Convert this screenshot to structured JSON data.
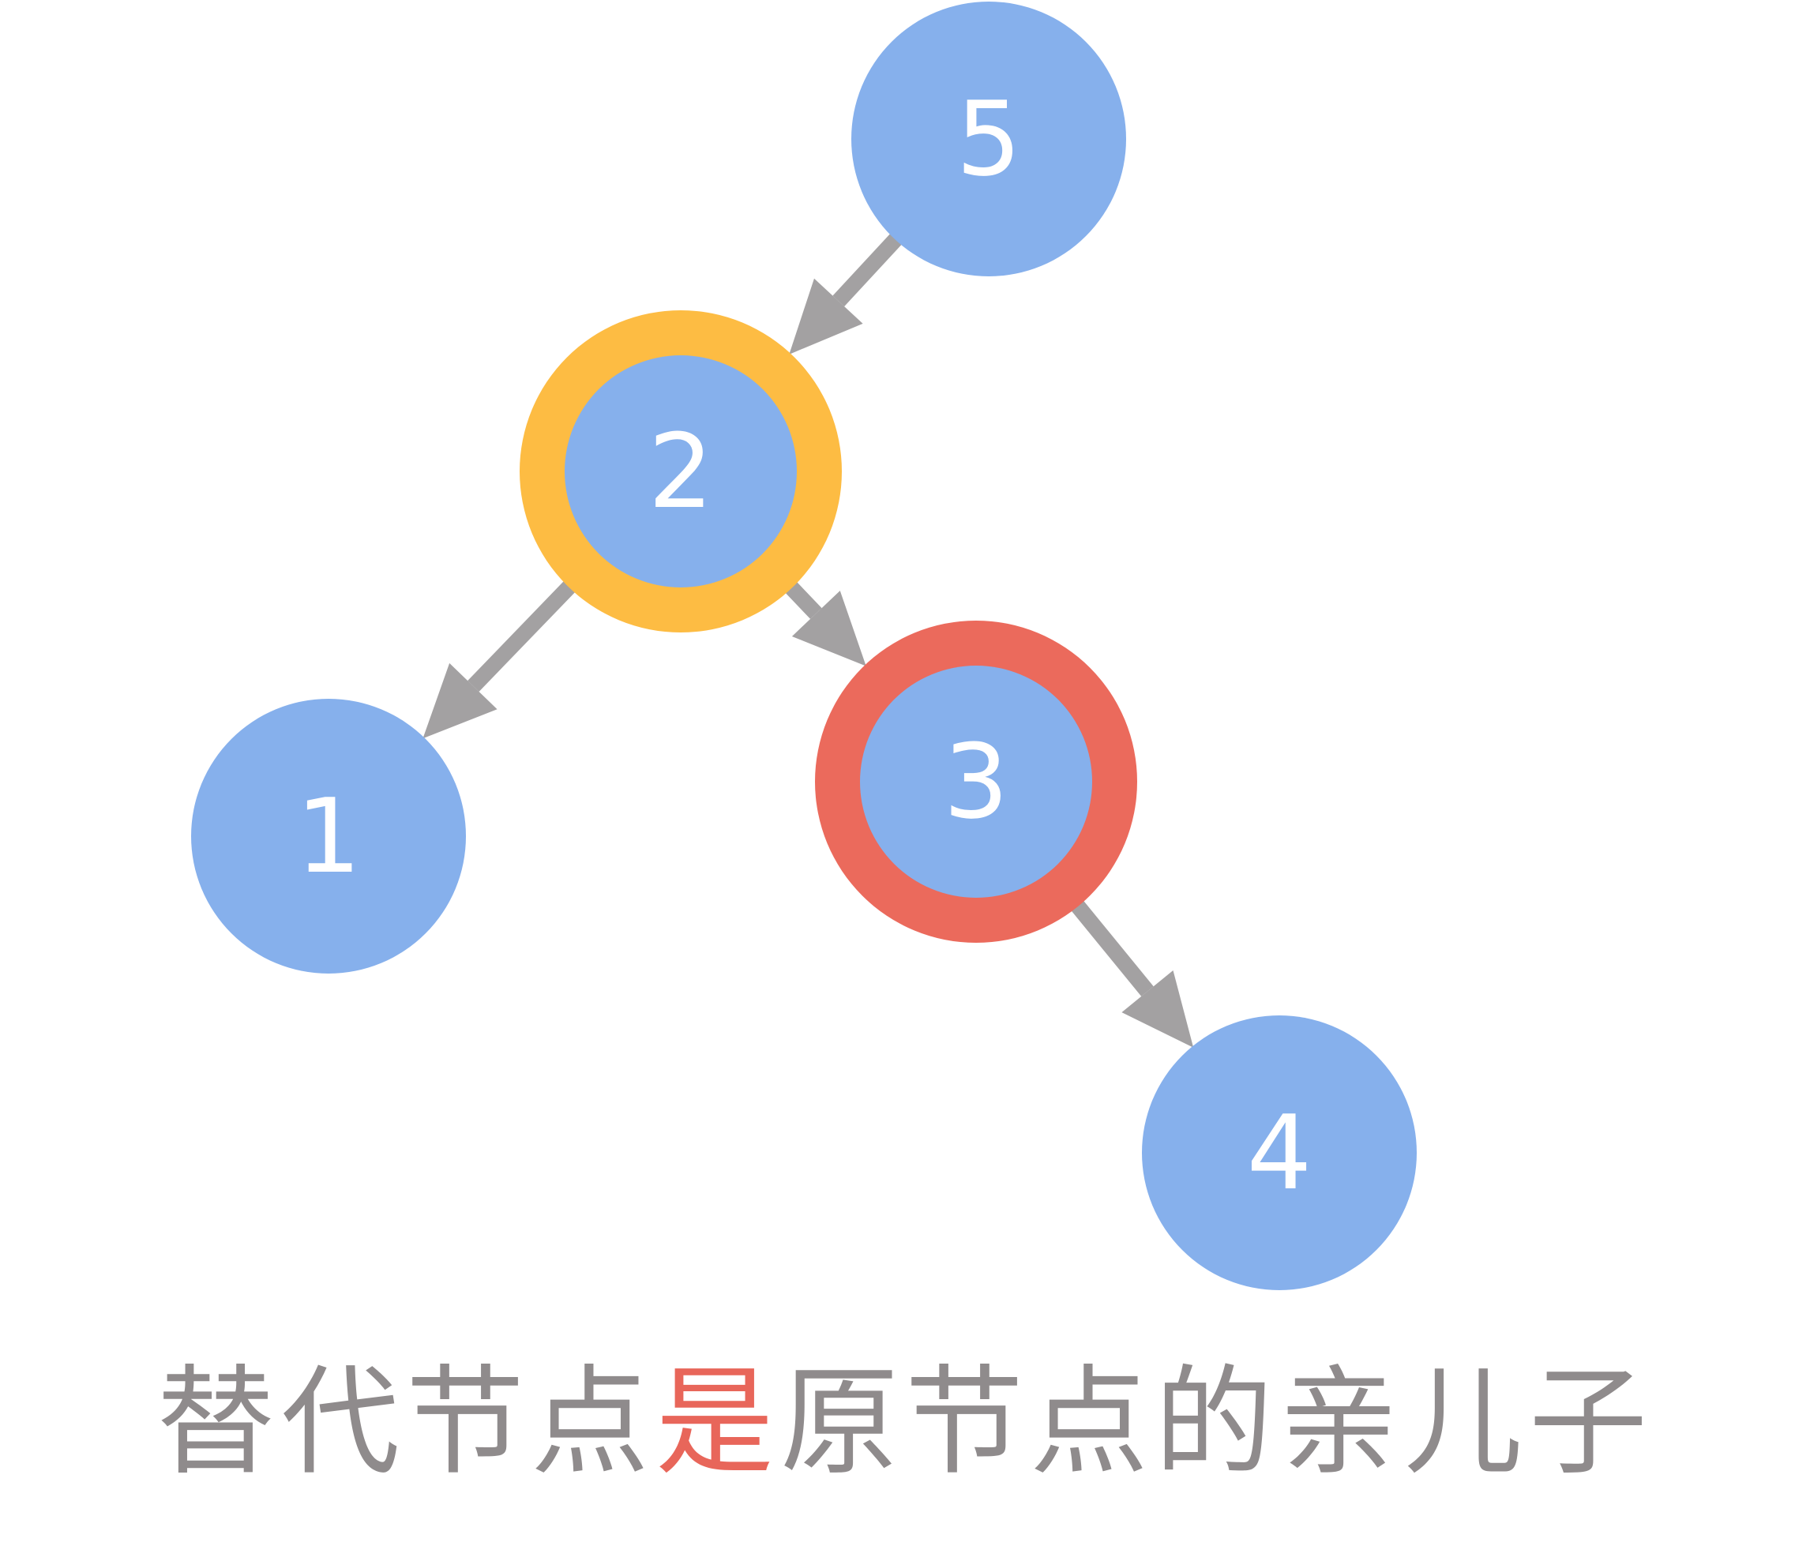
{
  "colors": {
    "node_fill": "#86b0ec",
    "node_text": "#ffffff",
    "edge": "#a3a1a2",
    "replacement_ring": "#fdbc43",
    "original_ring": "#eb6a5c",
    "caption_text": "#8f8b8c",
    "caption_highlight": "#e8665a"
  },
  "nodes": [
    {
      "id": "5",
      "label": "5",
      "ring": "none"
    },
    {
      "id": "2",
      "label": "2",
      "ring": "replacement"
    },
    {
      "id": "1",
      "label": "1",
      "ring": "none"
    },
    {
      "id": "3",
      "label": "3",
      "ring": "original"
    },
    {
      "id": "4",
      "label": "4",
      "ring": "none"
    }
  ],
  "edges": [
    {
      "from": "5",
      "to": "2"
    },
    {
      "from": "2",
      "to": "1"
    },
    {
      "from": "2",
      "to": "3"
    },
    {
      "from": "3",
      "to": "4"
    }
  ],
  "caption": {
    "before": "替代节点",
    "highlight": "是",
    "after": "原节点的亲儿子"
  }
}
